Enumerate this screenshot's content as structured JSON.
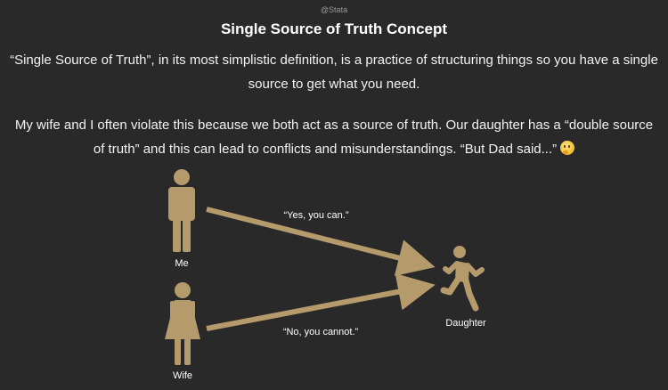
{
  "header": {
    "handle": "@Stata",
    "title": "Single Source of Truth Concept"
  },
  "body": {
    "paragraph_1": "“Single Source of Truth”, in its most simplistic definition, is a practice of structuring things so you have a single source to get what you need.",
    "paragraph_2": "My wife and I often violate this because we both act as a source of truth. Our daughter has a “double source of truth” and this can lead to conflicts and misunderstandings. “But Dad said...”",
    "emoji": "thinking-face-icon"
  },
  "diagram": {
    "nodes": {
      "me": "Me",
      "wife": "Wife",
      "daughter": "Daughter"
    },
    "edges": {
      "me_to_daughter": "“Yes, you can.”",
      "wife_to_daughter": "“No, you cannot.”"
    },
    "colors": {
      "figure": "#b59a6b",
      "arrow": "#b59a6b",
      "background": "#292929"
    }
  }
}
